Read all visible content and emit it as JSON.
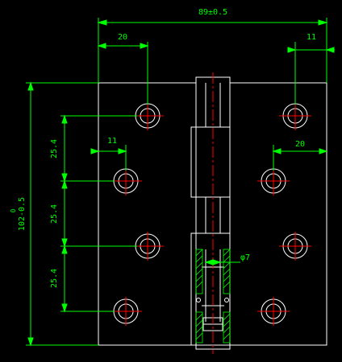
{
  "drawing": {
    "dims": {
      "overall_width": "89±0.5",
      "top_left_offset": "20",
      "top_right_offset": "11",
      "left_hole_offset": "11",
      "right_hole_offset": "20",
      "spacing_1": "25.4",
      "spacing_2": "25.4",
      "spacing_3": "25.4",
      "height_main": "102-0.5",
      "height_sup": "0",
      "pin_diameter": "φ7"
    },
    "colors": {
      "background": "#000000",
      "outline": "#ffffff",
      "dimension": "#00ff00",
      "centerline": "#ff0000",
      "hatch": "#00ff00"
    }
  }
}
